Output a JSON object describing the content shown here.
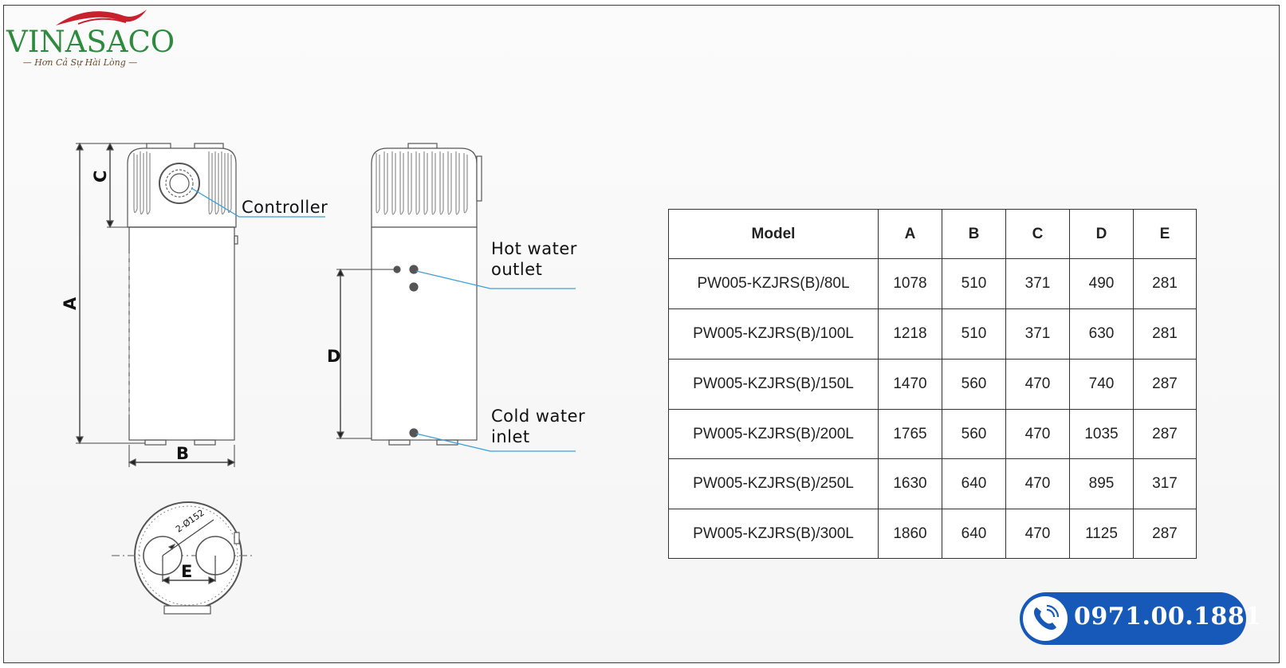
{
  "brand": {
    "name": "VINASACO",
    "tagline": "Hơn Cả Sự Hài Lòng",
    "name_color": "#2e8b3e",
    "swoosh_color": "#c8202c"
  },
  "diagram": {
    "labels": {
      "controller": "Controller",
      "hot_water_line1": "Hot water",
      "hot_water_line2": "outlet",
      "cold_water_line1": "Cold water",
      "cold_water_line2": "inlet"
    },
    "dimensions": {
      "a": "A",
      "b": "B",
      "c": "C",
      "d": "D",
      "e": "E",
      "pipe_note": "2-Ø152"
    },
    "leader_color": "#3aa0d8"
  },
  "table": {
    "headers": [
      "Model",
      "A",
      "B",
      "C",
      "D",
      "E"
    ],
    "rows": [
      [
        "PW005-KZJRS(B)/80L",
        "1078",
        "510",
        "371",
        "490",
        "281"
      ],
      [
        "PW005-KZJRS(B)/100L",
        "1218",
        "510",
        "371",
        "630",
        "281"
      ],
      [
        "PW005-KZJRS(B)/150L",
        "1470",
        "560",
        "470",
        "740",
        "287"
      ],
      [
        "PW005-KZJRS(B)/200L",
        "1765",
        "560",
        "470",
        "1035",
        "287"
      ],
      [
        "PW005-KZJRS(B)/250L",
        "1630",
        "640",
        "470",
        "895",
        "317"
      ],
      [
        "PW005-KZJRS(B)/300L",
        "1860",
        "640",
        "470",
        "1125",
        "287"
      ]
    ]
  },
  "contact": {
    "phone": "0971.00.1881",
    "icon": "phone-icon",
    "color": "#1659b8"
  }
}
